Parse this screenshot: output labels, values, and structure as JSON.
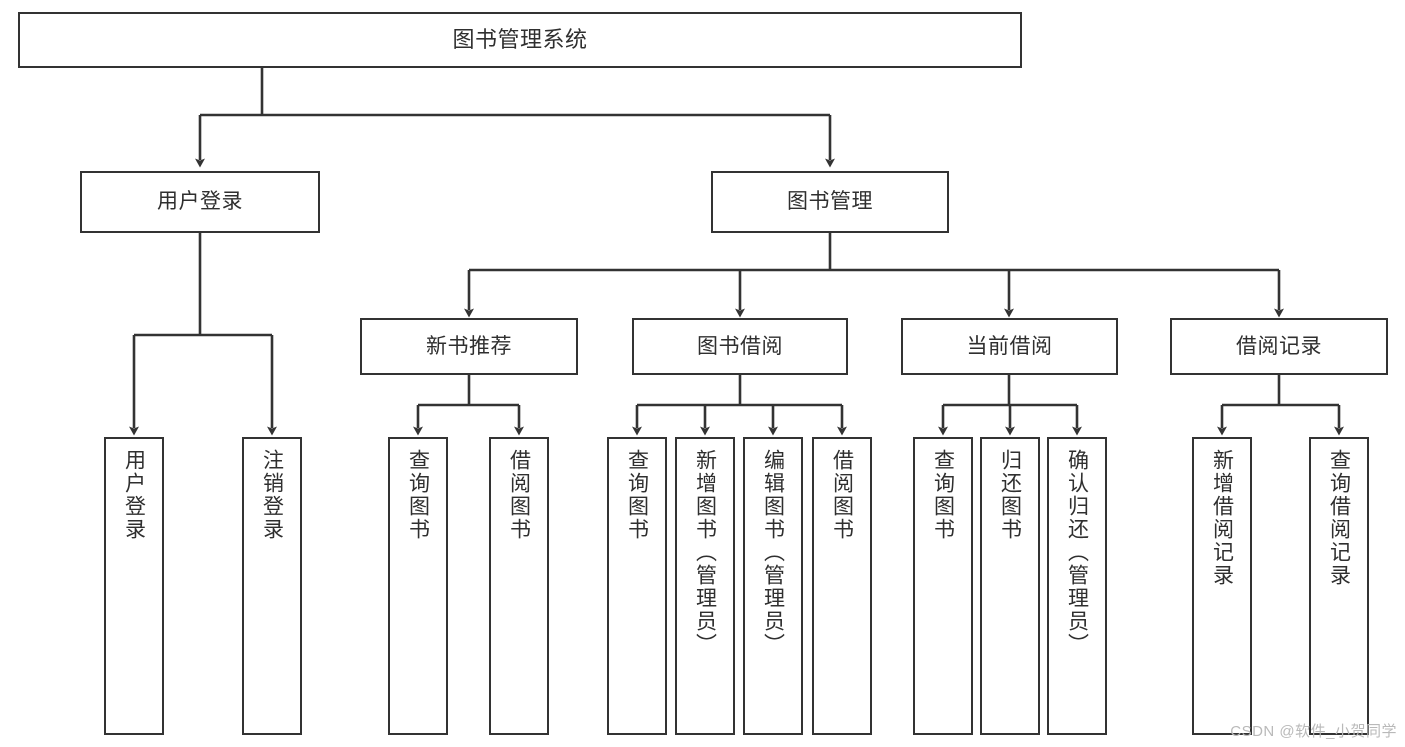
{
  "diagram": {
    "title": "图书管理系统",
    "type": "tree-hierarchy-chart",
    "line_color": "#333333",
    "box_fill": "#ffffff",
    "text_color": "#2f2f2f"
  },
  "watermark": {
    "text": "CSDN @软件_小贺同学"
  },
  "nodes": {
    "root": {
      "label": "图书管理系统"
    },
    "level2": [
      {
        "label": "用户登录"
      },
      {
        "label": "图书管理"
      }
    ],
    "level3": [
      {
        "label": "新书推荐"
      },
      {
        "label": "图书借阅"
      },
      {
        "label": "当前借阅"
      },
      {
        "label": "借阅记录"
      }
    ],
    "leaves": {
      "user_login": [
        {
          "label": "用户登录"
        },
        {
          "label": "注销登录"
        }
      ],
      "new_book_recommend": [
        {
          "label": "查询图书"
        },
        {
          "label": "借阅图书"
        }
      ],
      "book_borrow": [
        {
          "label": "查询图书"
        },
        {
          "label": "新增图书（管理员）"
        },
        {
          "label": "编辑图书（管理员）"
        },
        {
          "label": "借阅图书"
        }
      ],
      "current_borrow": [
        {
          "label": "查询图书"
        },
        {
          "label": "归还图书"
        },
        {
          "label": "确认归还（管理员）"
        }
      ],
      "borrow_record": [
        {
          "label": "新增借阅记录"
        },
        {
          "label": "查询借阅记录"
        }
      ]
    }
  }
}
